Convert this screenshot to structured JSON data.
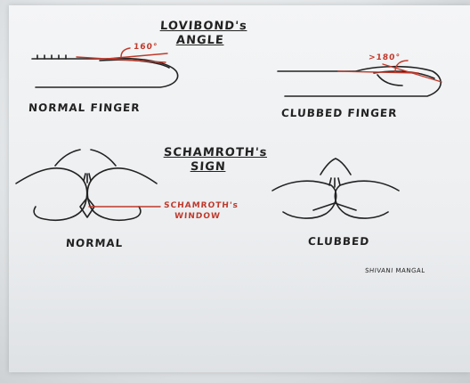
{
  "lovibond": {
    "title_line1": "LOVIBOND's",
    "title_line2": "ANGLE",
    "normal_angle": "160°",
    "clubbed_angle": ">180°",
    "normal_label": "NORMAL  FINGER",
    "clubbed_label": "CLUBBED FINGER"
  },
  "schamroth": {
    "title_line1": "SCHAMROTH's",
    "title_line2": "SIGN",
    "window_line1": "SCHAMROTH's",
    "window_line2": "WINDOW",
    "normal_label": "NORMAL",
    "clubbed_label": "CLUBBED"
  },
  "signature": "SHIVANI MANGAL",
  "colors": {
    "ink": "#222222",
    "annotation": "#c0392b",
    "paper": "#eef0f1"
  }
}
